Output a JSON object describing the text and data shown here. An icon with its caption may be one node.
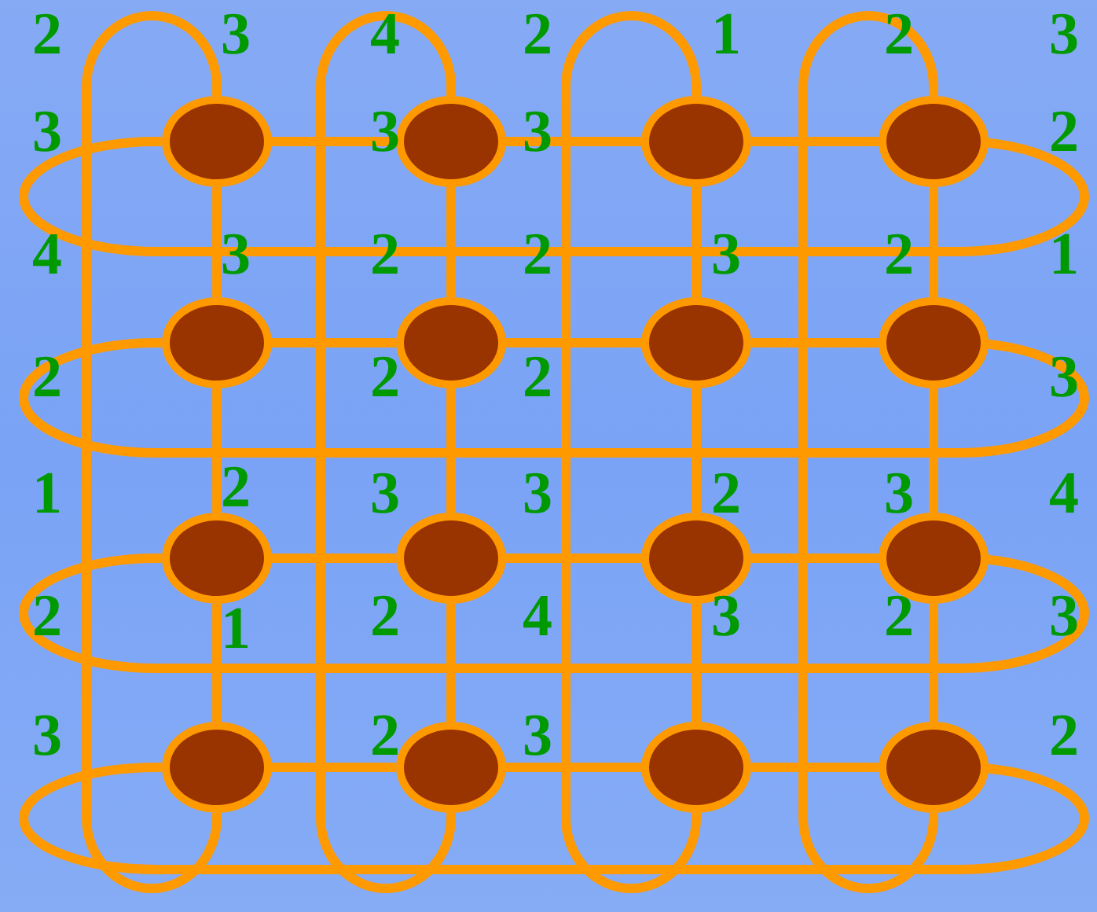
{
  "diagram": {
    "nodes": [
      {
        "text": [],
        "shape": "circle"
      },
      {
        "text": [],
        "shape": "circle"
      },
      {
        "text": [],
        "shape": "circle"
      },
      {
        "text": [],
        "shape": "circle"
      },
      {
        "text": [],
        "shape": "circle"
      },
      {
        "text": [],
        "shape": "circle"
      },
      {
        "text": [],
        "shape": "circle"
      },
      {
        "text": [],
        "shape": "circle"
      },
      {
        "text": [],
        "shape": "circle"
      },
      {
        "text": [],
        "shape": "circle"
      },
      {
        "text": [],
        "shape": "circle"
      },
      {
        "text": [],
        "shape": "circle"
      },
      {
        "text": [],
        "shape": "circle"
      },
      {
        "text": [],
        "shape": "circle"
      },
      {
        "text": [],
        "shape": "circle"
      },
      {
        "text": [],
        "shape": "circle"
      }
    ],
    "edges": [
      {
        "from": 0,
        "to": 1,
        "arrow": "none"
      },
      {
        "from": 1,
        "to": 2,
        "arrow": "none"
      },
      {
        "from": 2,
        "to": 3,
        "arrow": "none"
      },
      {
        "from": 4,
        "to": 5,
        "arrow": "none"
      },
      {
        "from": 5,
        "to": 6,
        "arrow": "none"
      },
      {
        "from": 6,
        "to": 7,
        "arrow": "none"
      },
      {
        "from": 8,
        "to": 9,
        "arrow": "none"
      },
      {
        "from": 9,
        "to": 10,
        "arrow": "none"
      },
      {
        "from": 10,
        "to": 11,
        "arrow": "none"
      },
      {
        "from": 12,
        "to": 13,
        "arrow": "none"
      },
      {
        "from": 13,
        "to": 14,
        "arrow": "none"
      },
      {
        "from": 14,
        "to": 15,
        "arrow": "none"
      },
      {
        "from": 0,
        "to": 4,
        "arrow": "none"
      },
      {
        "from": 4,
        "to": 8,
        "arrow": "none"
      },
      {
        "from": 8,
        "to": 12,
        "arrow": "none"
      },
      {
        "from": 1,
        "to": 5,
        "arrow": "none"
      },
      {
        "from": 5,
        "to": 9,
        "arrow": "none"
      },
      {
        "from": 9,
        "to": 13,
        "arrow": "none"
      },
      {
        "from": 2,
        "to": 6,
        "arrow": "none"
      },
      {
        "from": 6,
        "to": 10,
        "arrow": "none"
      },
      {
        "from": 10,
        "to": 14,
        "arrow": "none"
      },
      {
        "from": 3,
        "to": 7,
        "arrow": "none"
      },
      {
        "from": 7,
        "to": 11,
        "arrow": "none"
      },
      {
        "from": 11,
        "to": 15,
        "arrow": "none"
      },
      {
        "from": 0,
        "to": 3,
        "arrow": "none"
      },
      {
        "from": 4,
        "to": 7,
        "arrow": "none"
      },
      {
        "from": 8,
        "to": 11,
        "arrow": "none"
      },
      {
        "from": 12,
        "to": 15,
        "arrow": "none"
      },
      {
        "from": 0,
        "to": 12,
        "arrow": "none"
      },
      {
        "from": 1,
        "to": 13,
        "arrow": "none"
      },
      {
        "from": 2,
        "to": 14,
        "arrow": "none"
      },
      {
        "from": 3,
        "to": 15,
        "arrow": "none"
      }
    ],
    "labels": [
      "2",
      "3",
      "4",
      "2",
      "1",
      "2",
      "3",
      "3",
      "3",
      "3",
      "2",
      "4",
      "3",
      "2",
      "2",
      "3",
      "2",
      "1",
      "2",
      "2",
      "2",
      "3",
      "1",
      "2",
      "3",
      "3",
      "2",
      "3",
      "4",
      "2",
      "1",
      "2",
      "4",
      "3",
      "2",
      "3",
      "3",
      "2",
      "3",
      "2"
    ]
  }
}
